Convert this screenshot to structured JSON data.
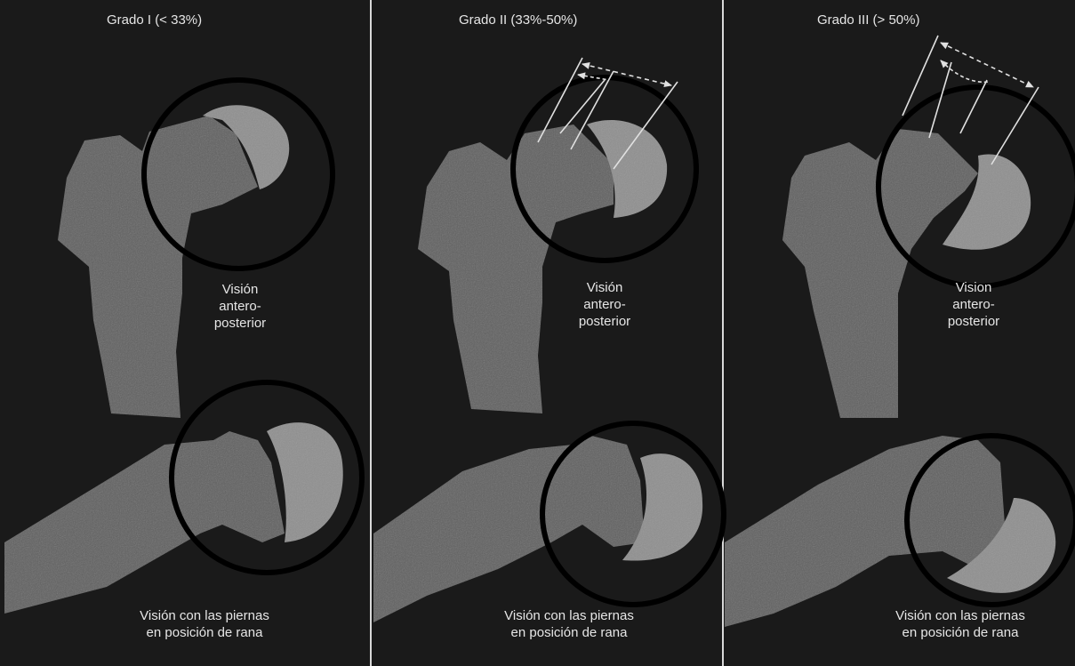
{
  "panels": [
    {
      "title": "Grado I (< 33%)",
      "ap_view_label": "Visión\nantero-\nposterior",
      "frog_view_label": "Visión con las piernas\nen posición de rana"
    },
    {
      "title": "Grado II (33%-50%)",
      "ap_view_label": "Visión\nantero-\nposterior",
      "frog_view_label": "Visión con las piernas\nen posición de rana"
    },
    {
      "title": "Grado III (> 50%)",
      "ap_view_label": "Vision\nantero-\nposterior",
      "frog_view_label": "Visión con las piernas\nen posición de rana"
    }
  ],
  "colors": {
    "background": "#1a1a1a",
    "neck": "#5e5e5e",
    "head": "#8c8c8c",
    "circle": "#000000",
    "divider": "#d8d8d8",
    "text": "#e6e6e6"
  }
}
